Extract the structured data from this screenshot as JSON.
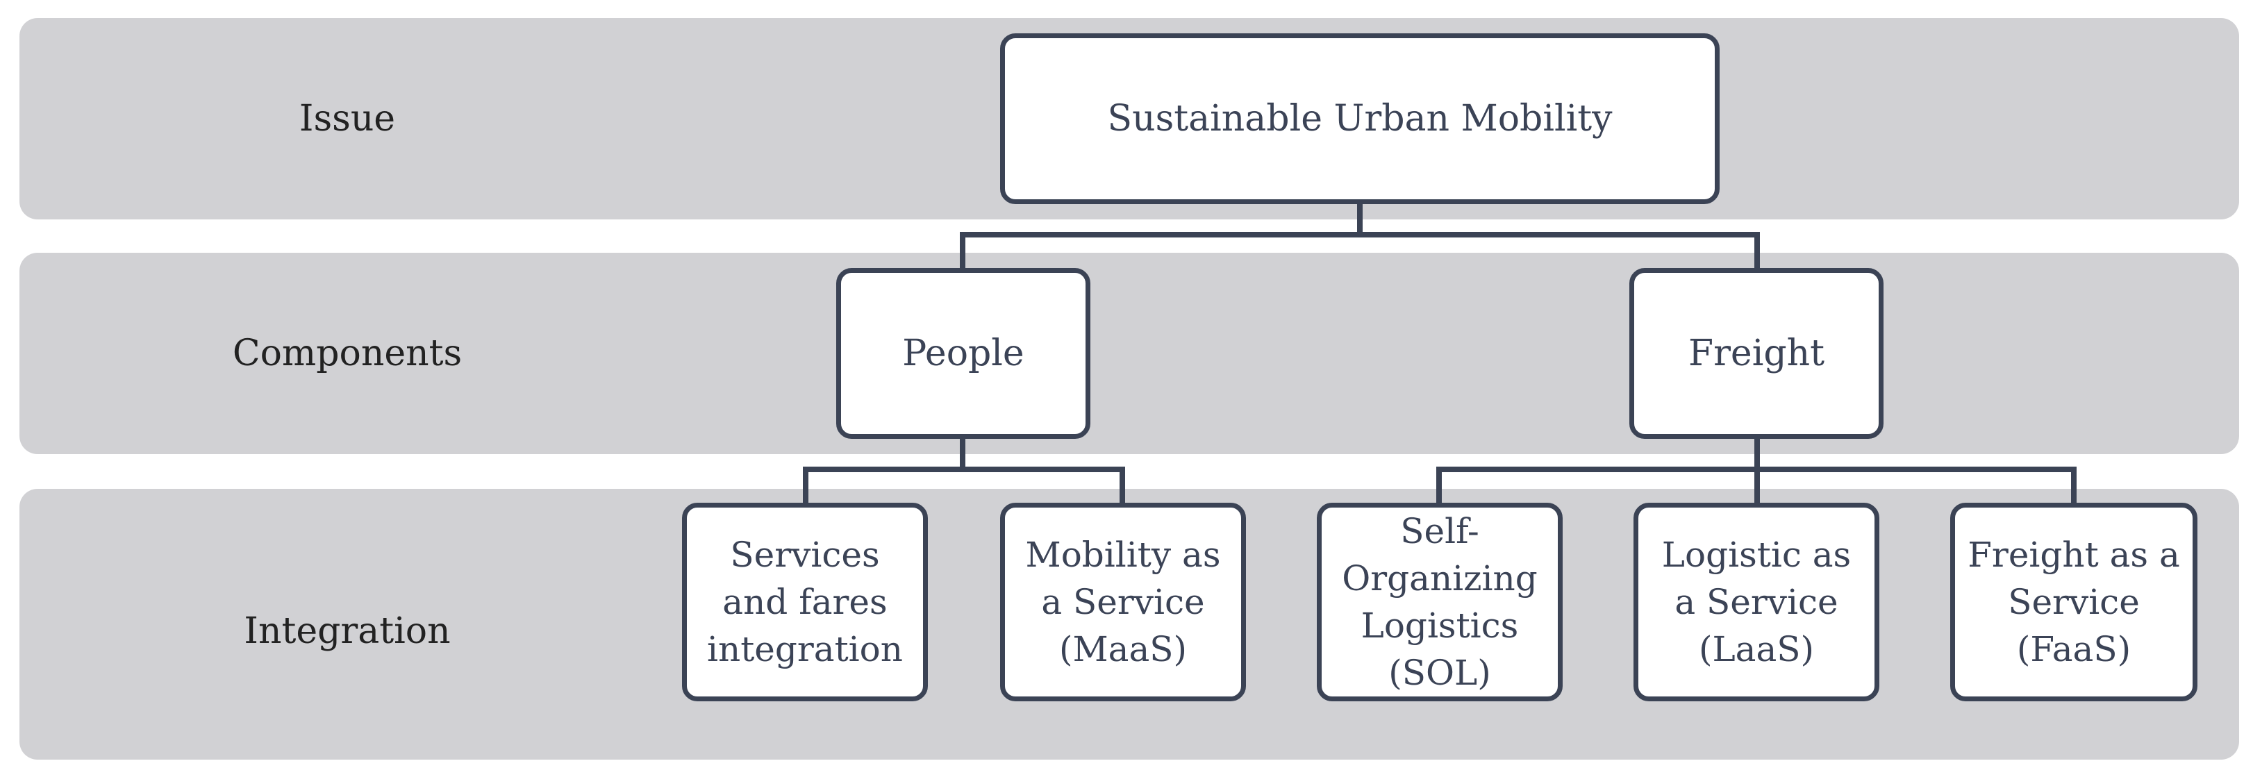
{
  "rows": {
    "issue": "Issue",
    "components": "Components",
    "integration": "Integration"
  },
  "nodes": {
    "root": "Sustainable Urban Mobility",
    "people": "People",
    "freight": "Freight",
    "services_fares": "Services\nand fares\nintegration",
    "maas": "Mobility as\na Service\n(MaaS)",
    "sol": "Self-\nOrganizing\nLogistics\n(SOL)",
    "laas": "Logistic as\na Service\n(LaaS)",
    "faas": "Freight as a\nService\n(FaaS)"
  },
  "colors": {
    "band": "#d1d1d4",
    "box_border": "#3b4355",
    "box_fill": "#ffffff",
    "text": "#3b4356"
  }
}
